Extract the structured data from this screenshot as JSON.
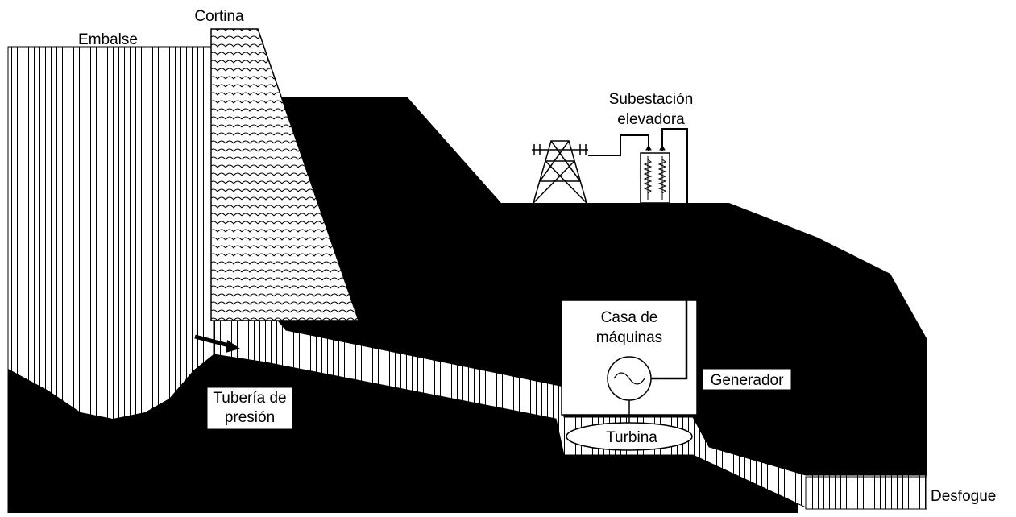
{
  "labels": {
    "cortina": "Cortina",
    "embalse": "Embalse",
    "subestacion_line1": "Subestación",
    "subestacion_line2": "elevadora",
    "casa_line1": "Casa de",
    "casa_line2": "máquinas",
    "generador": "Generador",
    "tuberia_line1": "Tubería de",
    "tuberia_line2": "presión",
    "turbina": "Turbina",
    "desfogue": "Desfogue"
  },
  "colors": {
    "terrain": "#000000",
    "background": "#ffffff",
    "water_lines": "#000000"
  },
  "icons": {
    "flow_arrow": "arrow-right",
    "generator": "sine-wave-circle",
    "tower": "transmission-tower",
    "transformer": "transformer"
  }
}
